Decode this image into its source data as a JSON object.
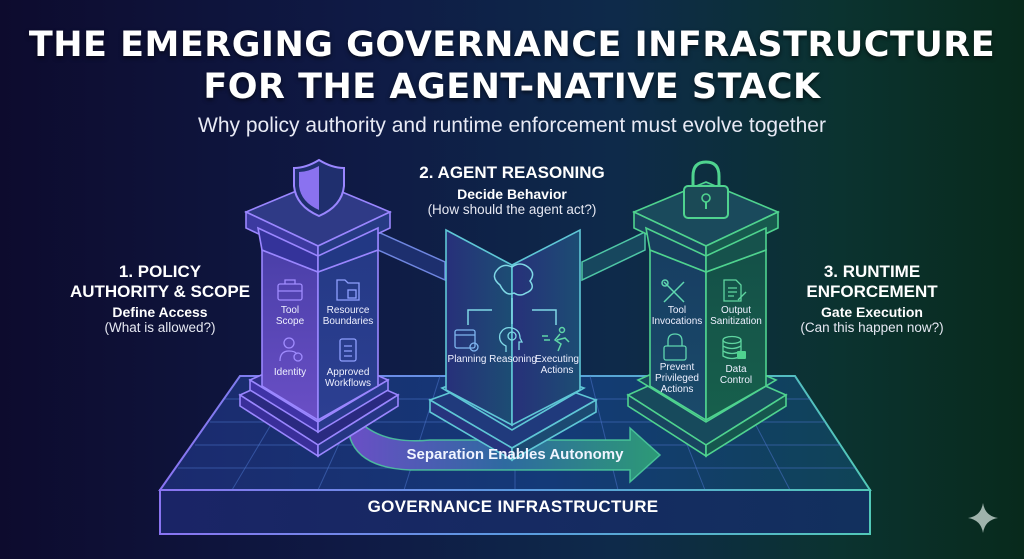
{
  "header": {
    "title_line1": "THE EMERGING GOVERNANCE INFRASTRUCTURE",
    "title_line2": "FOR THE AGENT-NATIVE STACK",
    "subtitle": "Why policy authority and runtime enforcement must evolve together"
  },
  "pillars": [
    {
      "heading_line1": "1. POLICY",
      "heading_line2": "AUTHORITY & SCOPE",
      "subheading": "Define Access",
      "question": "(What is allowed?)",
      "top_icon": "shield-icon",
      "items": [
        {
          "label_line1": "Tool",
          "label_line2": "Scope",
          "icon": "briefcase-icon"
        },
        {
          "label_line1": "Resource",
          "label_line2": "Boundaries",
          "icon": "folder-icon"
        },
        {
          "label_line1": "Identity",
          "label_line2": "",
          "icon": "user-check-icon"
        },
        {
          "label_line1": "Approved",
          "label_line2": "Workflows",
          "icon": "clipboard-list-icon"
        }
      ],
      "color": "#8b7cf0"
    },
    {
      "heading_line1": "2. AGENT REASONING",
      "subheading": "Decide Behavior",
      "question": "(How should the agent act?)",
      "top_icon": "brain-icon",
      "items": [
        {
          "label_line1": "Planning",
          "label_line2": "",
          "icon": "calendar-clock-icon"
        },
        {
          "label_line1": "Reasoning",
          "label_line2": "",
          "icon": "head-brain-icon"
        },
        {
          "label_line1": "Executing",
          "label_line2": "Actions",
          "icon": "running-person-icon"
        }
      ],
      "color": "#5fc7d6"
    },
    {
      "heading_line1": "3. RUNTIME",
      "heading_line2": "ENFORCEMENT",
      "subheading": "Gate Execution",
      "question": "(Can this happen now?)",
      "top_icon": "padlock-icon",
      "items": [
        {
          "label_line1": "Tool",
          "label_line2": "Invocations",
          "icon": "tools-icon"
        },
        {
          "label_line1": "Output",
          "label_line2": "Sanitization",
          "icon": "document-edit-icon"
        },
        {
          "label_line1": "Prevent",
          "label_line2": "Privileged",
          "label_line3": "Actions",
          "icon": "lock-icon"
        },
        {
          "label_line1": "Data",
          "label_line2": "Control",
          "icon": "database-lock-icon"
        }
      ],
      "color": "#4fd38f"
    }
  ],
  "arrow": {
    "label": "Separation Enables Autonomy"
  },
  "foundation": {
    "label": "GOVERNANCE INFRASTRUCTURE"
  },
  "colors": {
    "policy": "#8b7cf0",
    "reasoning": "#5fc7d6",
    "enforcement": "#4fd38f",
    "grid": "#4a73c9"
  }
}
